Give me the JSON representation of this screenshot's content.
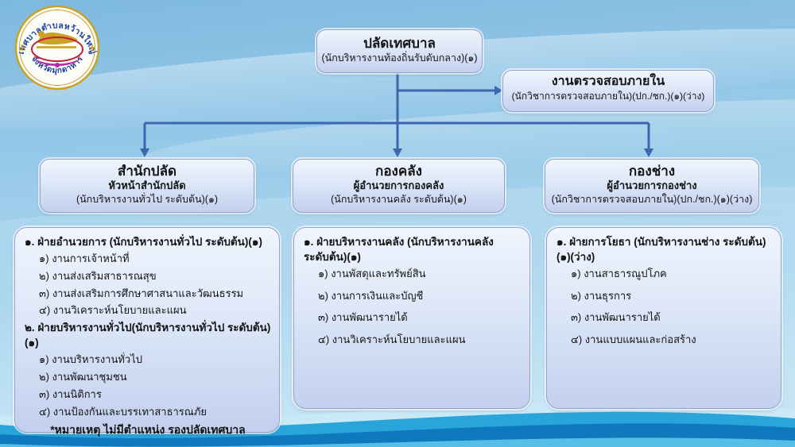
{
  "logo": {
    "top_text": "เทศบาลตำบลหว้านใหญ่",
    "bottom_text": "จังหวัดมุกดาหาร"
  },
  "org": {
    "root": {
      "title": "ปลัดเทศบาล",
      "subtitle": "(นักบริหารงานท้องถิ่นรับดับกลาง)(๑)"
    },
    "audit": {
      "title": "งานตรวจสอบภายใน",
      "subtitle": "(นักวิชาการตรวจสอบภายใน)(ปก./ชก.)(๑)(ว่าง)"
    },
    "departments": [
      {
        "title": "สำนักปลัด",
        "head": "หัวหน้าสำนักปลัด",
        "position": "(นักบริหารงานทั่วไป ระดับต้น)(๑)",
        "sections": [
          {
            "heading": "๑. ฝ่ายอำนวยการ (นักบริหารงานทั่วไป ระดับต้น)(๑)",
            "items": [
              "๑) งานการเจ้าหน้าที่",
              "๒) งานส่งเสริมสาธารณสุข",
              "๓) งานส่งเสริมการศึกษาศาสนาและวัฒนธรรม",
              "๔) งานวิเคราะห์นโยบายและแผน"
            ]
          },
          {
            "heading": "๒. ฝ่ายบริหารงานทั่วไป(นักบริหารงานทั่วไป ระดับต้น)(๑)",
            "items": [
              "๑) งานบริหารงานทั่วไป",
              "๒) งานพัฒนาชุมชน",
              "๓) งานนิติการ",
              "๔) งานป้องกันและบรรเทาสาธารณภัย"
            ]
          }
        ],
        "note": "*หมายเหตุ ไม่มีตำแหน่ง รองปลัดเทศบาล"
      },
      {
        "title": "กองคลัง",
        "head": "ผู้อำนวยการกองคลัง",
        "position": "(นักบริหารงานคลัง ระดับต้น)(๑)",
        "sections": [
          {
            "heading": "๑. ฝ่ายบริหารงานคลัง (นักบริหารงานคลัง ระดับต้น)(๑)",
            "items": [
              "๑) งานพัสดุและทรัพย์สิน",
              "๒) งานการเงินและบัญชี",
              "๓) งานพัฒนารายได้",
              "๔) งานวิเคราะห์นโยบายและแผน"
            ]
          }
        ]
      },
      {
        "title": "กองช่าง",
        "head": "ผู้อำนวยการกองช่าง",
        "position": "(นักวิชาการตรวจสอบภายใน)(ปก./ชก.)(๑)(ว่าง)",
        "sections": [
          {
            "heading": "๑. ฝ่ายการโยธา (นักบริหารงานช่าง ระดับต้น)(๑)(ว่าง)",
            "items": [
              "๑) งานสาธารณูปโภค",
              "๒) งานธุรการ",
              "๓) งานพัฒนารายได้",
              "๔) งานแบบแผนและก่อสร้าง"
            ]
          }
        ]
      }
    ]
  },
  "colors": {
    "connector": "#3a67ae",
    "box_fill_top": "#f0f5fd",
    "box_fill_bottom": "#c3cfee",
    "box_border": "#93a3cd",
    "sky": "#8fc4e6",
    "wave_pale": "#c9e9f6",
    "wave_medium": "#2aa5db",
    "wave_dark": "#0e7abd",
    "wave_bottom_strip": "#56bee7",
    "seal_gold": "#c9a227",
    "seal_text_blue": "#1d3fa0",
    "seal_red": "#c2203a",
    "seal_magenta": "#b429a8"
  }
}
